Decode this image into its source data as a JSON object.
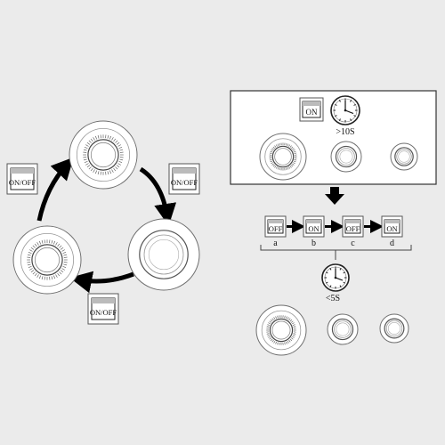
{
  "left_cycle": {
    "switch_label_1": "ON/OFF",
    "switch_label_2": "ON/OFF",
    "switch_label_3": "ON/OFF"
  },
  "right_panel": {
    "switch_on_label": "ON",
    "timer_top_label": ">10S",
    "sequence": [
      {
        "state": "OFF",
        "letter": "a"
      },
      {
        "state": "ON",
        "letter": "b"
      },
      {
        "state": "OFF",
        "letter": "c"
      },
      {
        "state": "ON",
        "letter": "d"
      }
    ],
    "timer_bottom_label": "<5S"
  },
  "colors": {
    "background": "#ebebeb",
    "arrow": "#000000",
    "outline": "#6f6f6f",
    "panel_fill": "#ffffff"
  },
  "icons": [
    "dial-icon",
    "clock-icon",
    "switch-icon",
    "arrow-icon"
  ]
}
